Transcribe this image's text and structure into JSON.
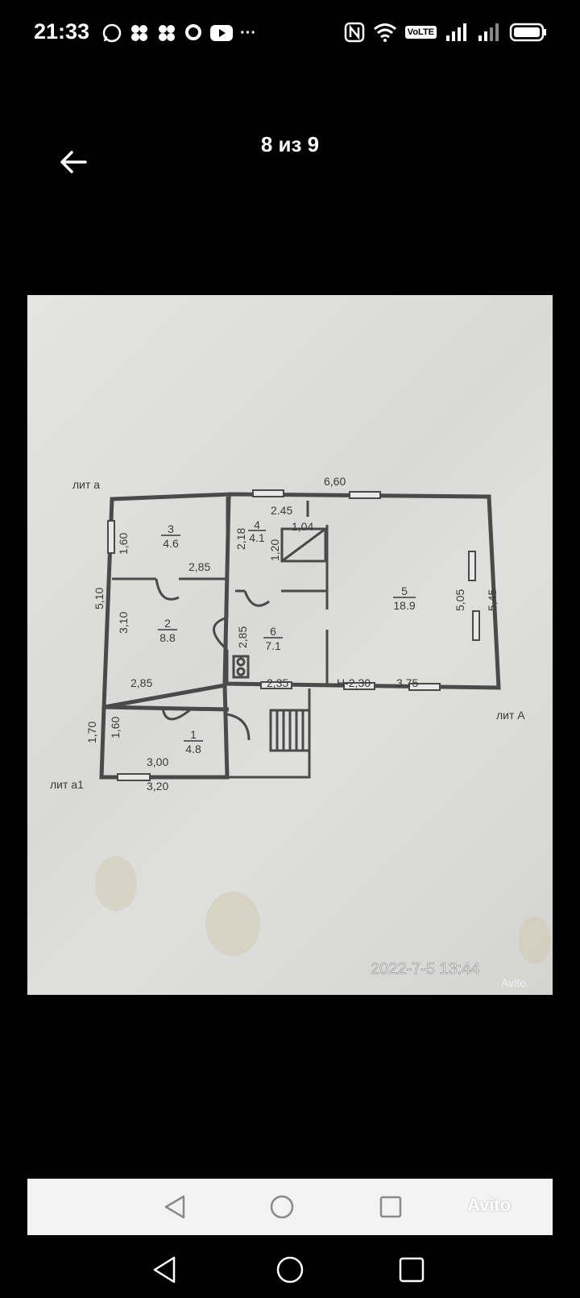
{
  "status_bar": {
    "time": "21:33",
    "left_icons": [
      "whatsapp-icon",
      "app-dots-icon",
      "app-dots-icon",
      "chat-bubble-icon",
      "youtube-icon",
      "more-icon"
    ],
    "more_text": "···",
    "volte_label": "VoLTE",
    "right_icons": [
      "nfc-icon",
      "wifi-icon",
      "volte-icon",
      "signal-icon",
      "signal-icon",
      "battery-icon"
    ]
  },
  "header": {
    "counter": "8 из 9"
  },
  "photo": {
    "labels": {
      "lit_a": "лит а",
      "lit_A": "лит А",
      "lit_a1": "лит а1",
      "dim_top": "6,60",
      "dim_245": "2.45",
      "dim_104": "1,04",
      "dim_218": "2,18",
      "dim_120": "1,20",
      "dim_160_top": "1,60",
      "dim_285_mid": "2,85",
      "dim_510": "5,10",
      "dim_310": "3,10",
      "dim_285_v": "2,85",
      "dim_285_bottom": "2,85",
      "dim_235": "2,35",
      "dim_h230": "Н-2,30",
      "dim_375": "3,75",
      "dim_505": "5,05",
      "dim_545": "5,45",
      "dim_170": "1,70",
      "dim_160_bottom": "1,60",
      "dim_300": "3,00",
      "dim_320": "3,20",
      "room3_num": "3",
      "room3_area": "4.6",
      "room4_num": "4",
      "room4_area": "4.1",
      "room2_num": "2",
      "room2_area": "8.8",
      "room6_num": "6",
      "room6_area": "7.1",
      "room5_num": "5",
      "room5_area": "18.9",
      "room1_num": "1",
      "room1_area": "4.8"
    },
    "timestamp": "2022-7-5  13:44",
    "watermark": "Avito"
  },
  "nav": {
    "watermark": "Avito"
  },
  "colors": {
    "background": "#000000",
    "paper": "#dcdcda",
    "ink": "#3a3a3a"
  }
}
